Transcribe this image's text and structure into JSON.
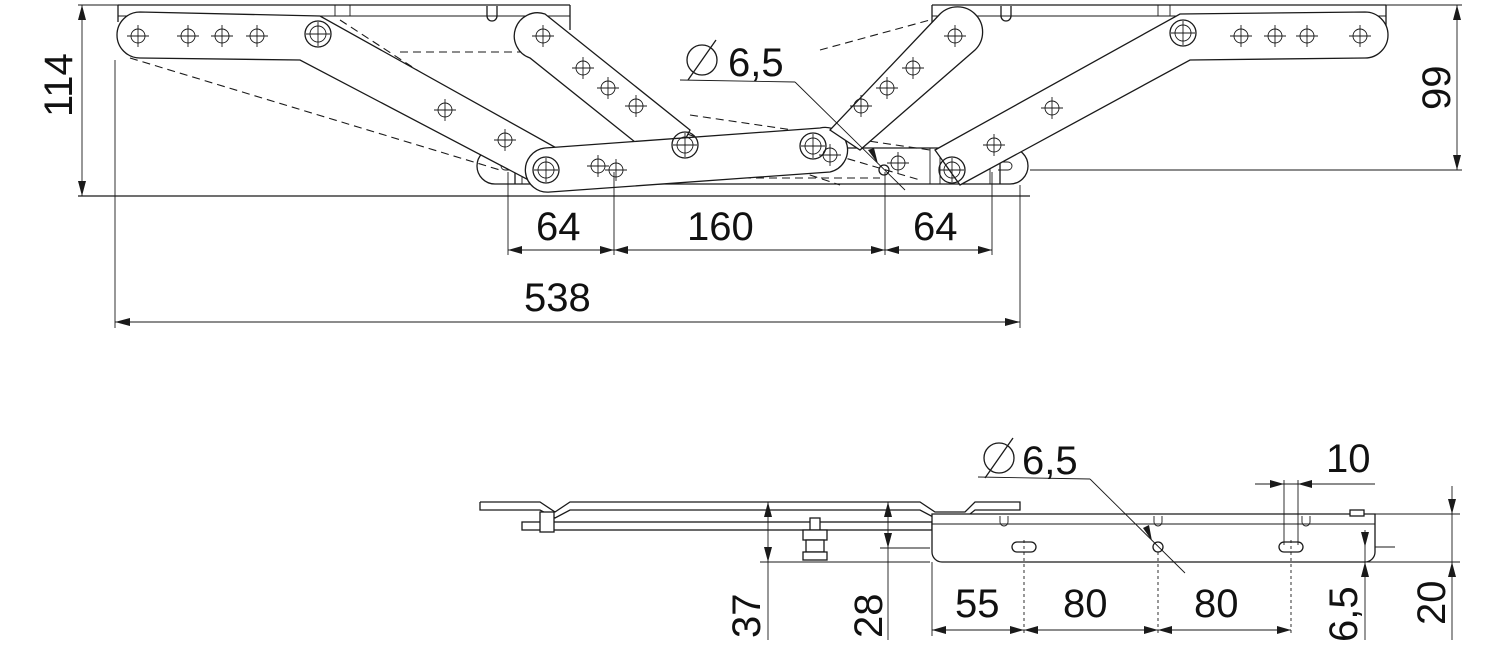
{
  "top_view": {
    "height_left": "114",
    "height_right": "99",
    "hole_diameter": "6,5",
    "pitch_left": "64",
    "pitch_middle": "160",
    "pitch_right": "64",
    "overall_width": "538"
  },
  "side_view": {
    "hole_diameter": "6,5",
    "slot_width": "10",
    "height_37": "37",
    "height_28": "28",
    "offset_55": "55",
    "pitch_80_a": "80",
    "pitch_80_b": "80",
    "hole_height": "6,5",
    "height_20": "20"
  }
}
